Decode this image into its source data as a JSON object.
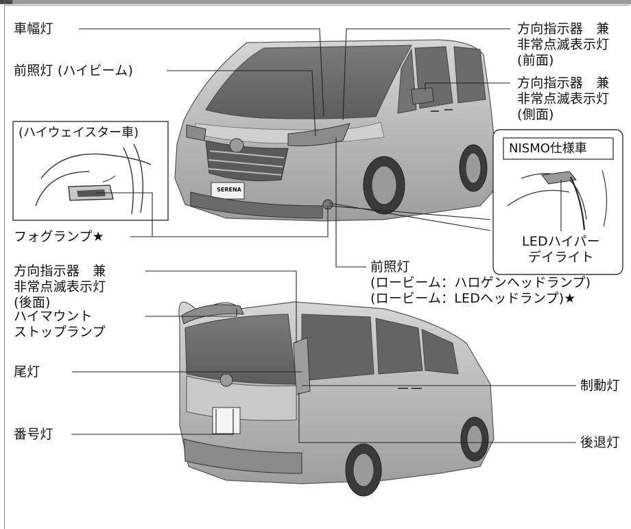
{
  "labels": {
    "side_marker": "車幅灯",
    "headlamp_high": "前照灯 (ハイビーム)",
    "turn_front": "方向指示器　兼\n非常点滅表示灯\n(前面)",
    "turn_side": "方向指示器　兼\n非常点滅表示灯\n(側面)",
    "fog_lamp": "フォグランプ★",
    "headlamp_low": "前照灯\n(ロービーム：ハロゲンヘッドランプ)\n(ロービーム：LEDヘッドランプ)★",
    "turn_rear": "方向指示器　兼\n非常点滅表示灯\n(後面)",
    "high_mount_stop": "ハイマウント\nストップランプ",
    "tail_lamp": "尾灯",
    "brake_lamp": "制動灯",
    "license_lamp": "番号灯",
    "reverse_lamp": "後退灯"
  },
  "inset_highway": {
    "title": "(ハイウェイスター車)"
  },
  "inset_nismo": {
    "title": "NISMO仕様車",
    "caption": "LEDハイパー\nデイライト"
  },
  "badge": {
    "front_emblem": "SERENA"
  }
}
